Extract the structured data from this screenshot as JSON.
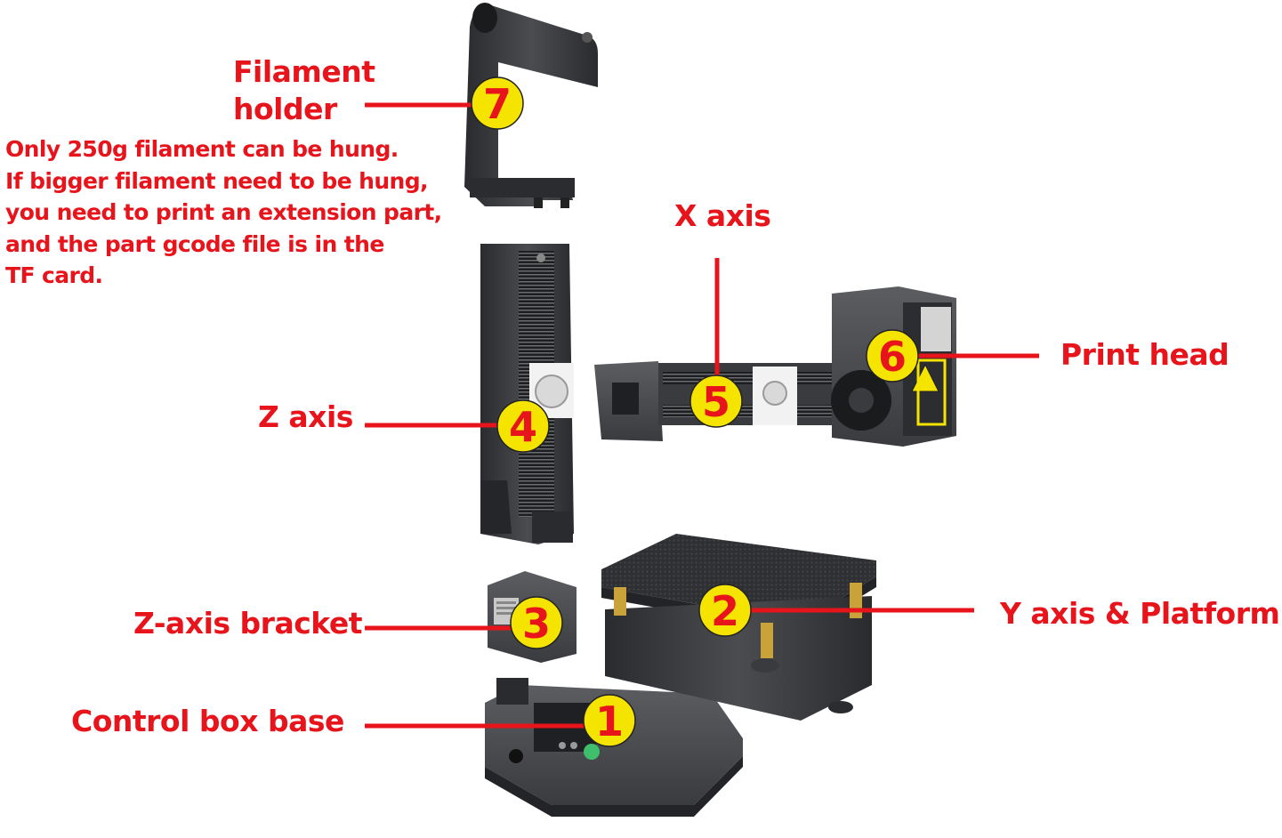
{
  "parts": [
    {
      "number": "1",
      "label": "Control box base"
    },
    {
      "number": "2",
      "label": "Y axis & Platform"
    },
    {
      "number": "3",
      "label": "Z-axis bracket"
    },
    {
      "number": "4",
      "label": "Z axis"
    },
    {
      "number": "5",
      "label": "X axis"
    },
    {
      "number": "6",
      "label": "Print head"
    },
    {
      "number": "7",
      "label_line1": "Filament",
      "label_line2": "holder"
    }
  ],
  "note": [
    "Only 250g filament can be hung.",
    "If bigger filament need to be hung,",
    "you need to print an extension part,",
    "and the part gcode file is in the",
    "TF card."
  ],
  "colors": {
    "label": "#e8141b",
    "badge_fill": "#f5e300",
    "part_body": "#3a3b3e",
    "part_dark": "#1f2023",
    "part_light": "#5a5c60"
  }
}
